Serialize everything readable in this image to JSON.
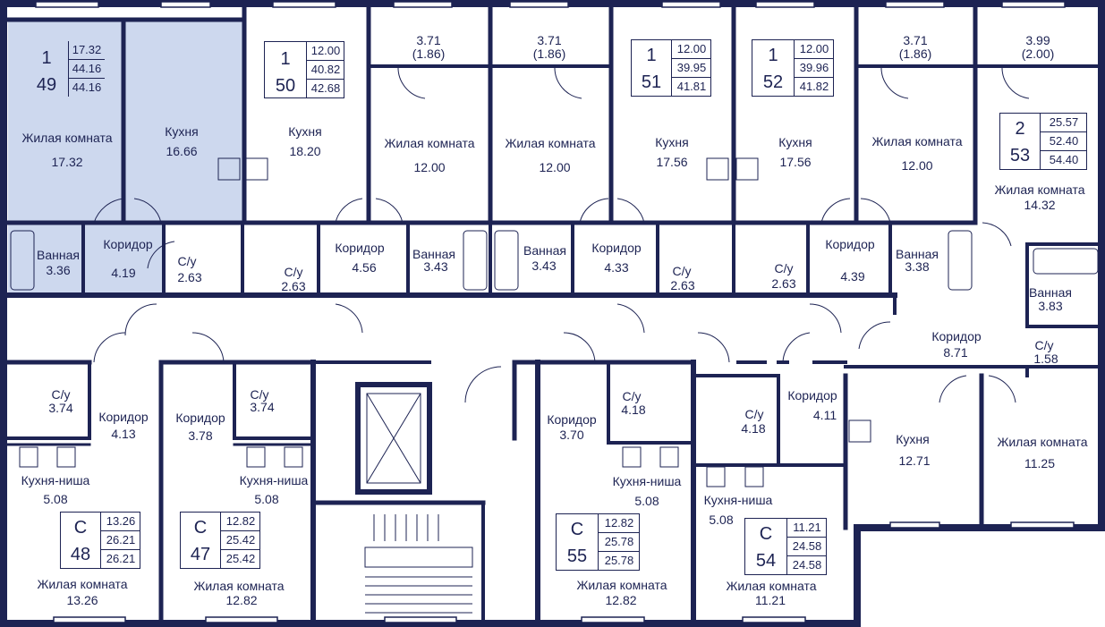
{
  "colors": {
    "wall": "#1d2353",
    "highlight": "#cdd8ee",
    "background": "#ffffff"
  },
  "apartments": [
    {
      "id": "49",
      "rooms": "1",
      "areas": [
        "17.32",
        "44.16",
        "44.16"
      ]
    },
    {
      "id": "50",
      "rooms": "1",
      "areas": [
        "12.00",
        "40.82",
        "42.68"
      ]
    },
    {
      "id": "51",
      "rooms": "1",
      "areas": [
        "12.00",
        "39.95",
        "41.81"
      ]
    },
    {
      "id": "52",
      "rooms": "1",
      "areas": [
        "12.00",
        "39.96",
        "41.82"
      ]
    },
    {
      "id": "53",
      "rooms": "2",
      "areas": [
        "25.57",
        "52.40",
        "54.40"
      ]
    },
    {
      "id": "48",
      "rooms": "С",
      "areas": [
        "13.26",
        "26.21",
        "26.21"
      ]
    },
    {
      "id": "47",
      "rooms": "С",
      "areas": [
        "12.82",
        "25.42",
        "25.42"
      ]
    },
    {
      "id": "55",
      "rooms": "С",
      "areas": [
        "12.82",
        "25.78",
        "25.78"
      ]
    },
    {
      "id": "54",
      "rooms": "С",
      "areas": [
        "11.21",
        "24.58",
        "24.58"
      ]
    }
  ],
  "rooms": [
    {
      "name": "Жилая комната",
      "area": "17.32"
    },
    {
      "name": "Кухня",
      "area": "16.66"
    },
    {
      "name": "Кухня",
      "area": "18.20"
    },
    {
      "name": "Жилая комната",
      "area": "12.00"
    },
    {
      "name": "Жилая комната",
      "area": "12.00"
    },
    {
      "name": "Кухня",
      "area": "17.56"
    },
    {
      "name": "Кухня",
      "area": "17.56"
    },
    {
      "name": "Жилая комната",
      "area": "12.00"
    },
    {
      "name": "Жилая комната",
      "area": "14.32"
    },
    {
      "name": "Ванная",
      "area": "3.36"
    },
    {
      "name": "Коридор",
      "area": "4.19"
    },
    {
      "name": "С/у",
      "area": "2.63"
    },
    {
      "name": "С/у",
      "area": "2.63"
    },
    {
      "name": "Коридор",
      "area": "4.56"
    },
    {
      "name": "Ванная",
      "area": "3.43"
    },
    {
      "name": "Ванная",
      "area": "3.43"
    },
    {
      "name": "Коридор",
      "area": "4.33"
    },
    {
      "name": "С/у",
      "area": "2.63"
    },
    {
      "name": "С/у",
      "area": "2.63"
    },
    {
      "name": "Коридор",
      "area": "4.39"
    },
    {
      "name": "Ванная",
      "area": "3.38"
    },
    {
      "name": "Ванная",
      "area": "3.83"
    },
    {
      "name": "Коридор",
      "area": "8.71"
    },
    {
      "name": "С/у",
      "area": "1.58"
    },
    {
      "name": "С/у",
      "area": "3.74"
    },
    {
      "name": "Коридор",
      "area": "4.13"
    },
    {
      "name": "Коридор",
      "area": "3.78"
    },
    {
      "name": "С/у",
      "area": "3.74"
    },
    {
      "name": "Кухня-ниша",
      "area": "5.08"
    },
    {
      "name": "Кухня-ниша",
      "area": "5.08"
    },
    {
      "name": "Жилая комната",
      "area": "13.26"
    },
    {
      "name": "Жилая комната",
      "area": "12.82"
    },
    {
      "name": "Коридор",
      "area": "3.70"
    },
    {
      "name": "С/у",
      "area": "4.18"
    },
    {
      "name": "Кухня-ниша",
      "area": "5.08"
    },
    {
      "name": "Жилая комната",
      "area": "12.82"
    },
    {
      "name": "С/у",
      "area": "4.18"
    },
    {
      "name": "Коридор",
      "area": "4.11"
    },
    {
      "name": "Кухня-ниша",
      "area": "5.08"
    },
    {
      "name": "Жилая комната",
      "area": "11.21"
    },
    {
      "name": "Кухня",
      "area": "12.71"
    },
    {
      "name": "Жилая комната",
      "area": "11.25"
    }
  ],
  "balconies": [
    {
      "area": "3.71",
      "reduced": "(1.86)"
    },
    {
      "area": "3.71",
      "reduced": "(1.86)"
    },
    {
      "area": "3.71",
      "reduced": "(1.86)"
    },
    {
      "area": "3.99",
      "reduced": "(2.00)"
    }
  ]
}
